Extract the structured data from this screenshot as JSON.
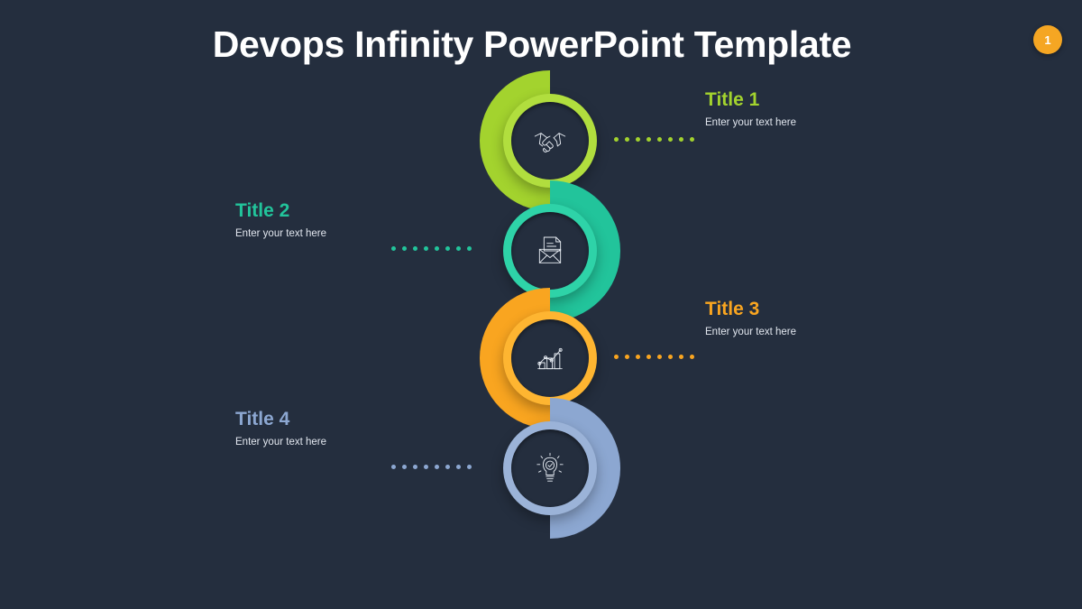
{
  "slide": {
    "title": "Devops Infinity PowerPoint Template",
    "page_number": "1",
    "background_color": "#242e3e",
    "badge_color": "#f5a623"
  },
  "items": [
    {
      "title": "Title 1",
      "body": "Enter your text here",
      "color": "#a3d32e",
      "ring_color": "#b1de3e",
      "icon": "handshake-icon",
      "side": "right",
      "dot_count": 8
    },
    {
      "title": "Title 2",
      "body": "Enter your text here",
      "color": "#22c49b",
      "ring_color": "#2ed3a8",
      "icon": "envelope-document-icon",
      "side": "left",
      "dot_count": 8
    },
    {
      "title": "Title 3",
      "body": "Enter your text here",
      "color": "#f9a520",
      "ring_color": "#feb531",
      "icon": "bar-chart-growth-icon",
      "side": "right",
      "dot_count": 8
    },
    {
      "title": "Title 4",
      "body": "Enter your text here",
      "color": "#8ca7d1",
      "ring_color": "#9bb3d8",
      "icon": "lightbulb-check-icon",
      "side": "left",
      "dot_count": 8
    }
  ]
}
